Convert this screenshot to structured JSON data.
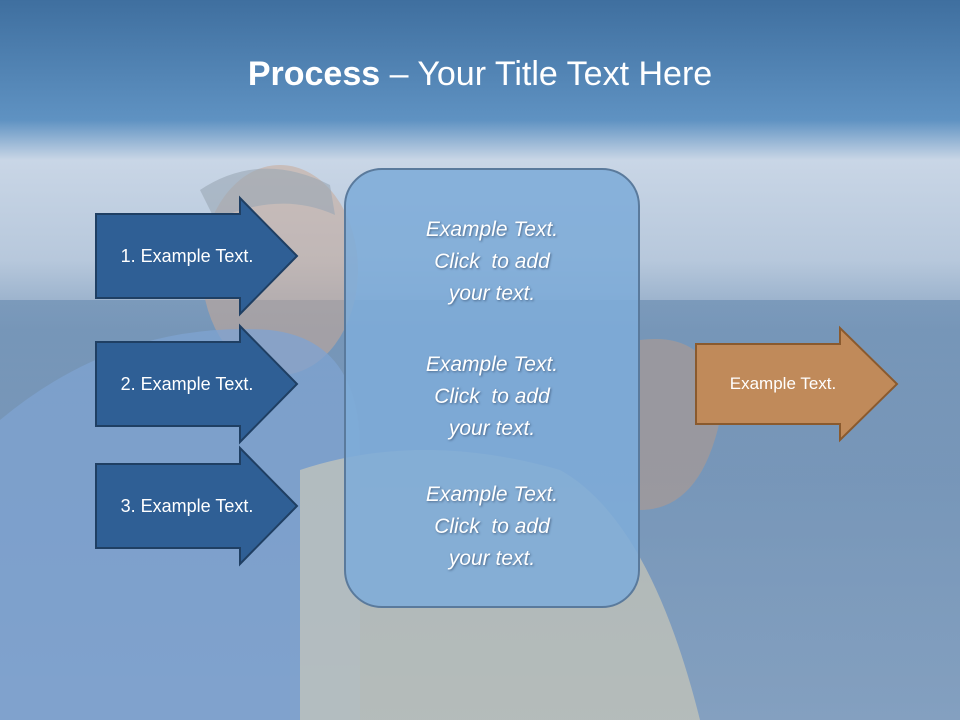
{
  "title": {
    "bold": "Process",
    "rest": " – Your Title Text Here"
  },
  "left_steps": [
    {
      "label": "1. Example Text."
    },
    {
      "label": "2. Example Text."
    },
    {
      "label": "3. Example Text."
    }
  ],
  "center_blocks": [
    {
      "lines": [
        "Example Text.",
        "Click  to add",
        "your text."
      ]
    },
    {
      "lines": [
        "Example Text.",
        "Click  to add",
        "your text."
      ]
    },
    {
      "lines": [
        "Example Text.",
        "Click  to add",
        "your text."
      ]
    }
  ],
  "output": {
    "label": "Example Text."
  },
  "colors": {
    "step_arrow_fill": "#2f5f95",
    "step_arrow_stroke": "#1f3f63",
    "output_arrow_fill": "#c08a5a",
    "output_arrow_stroke": "#8a5a2e",
    "center_box_fill": "#7eacd8"
  }
}
